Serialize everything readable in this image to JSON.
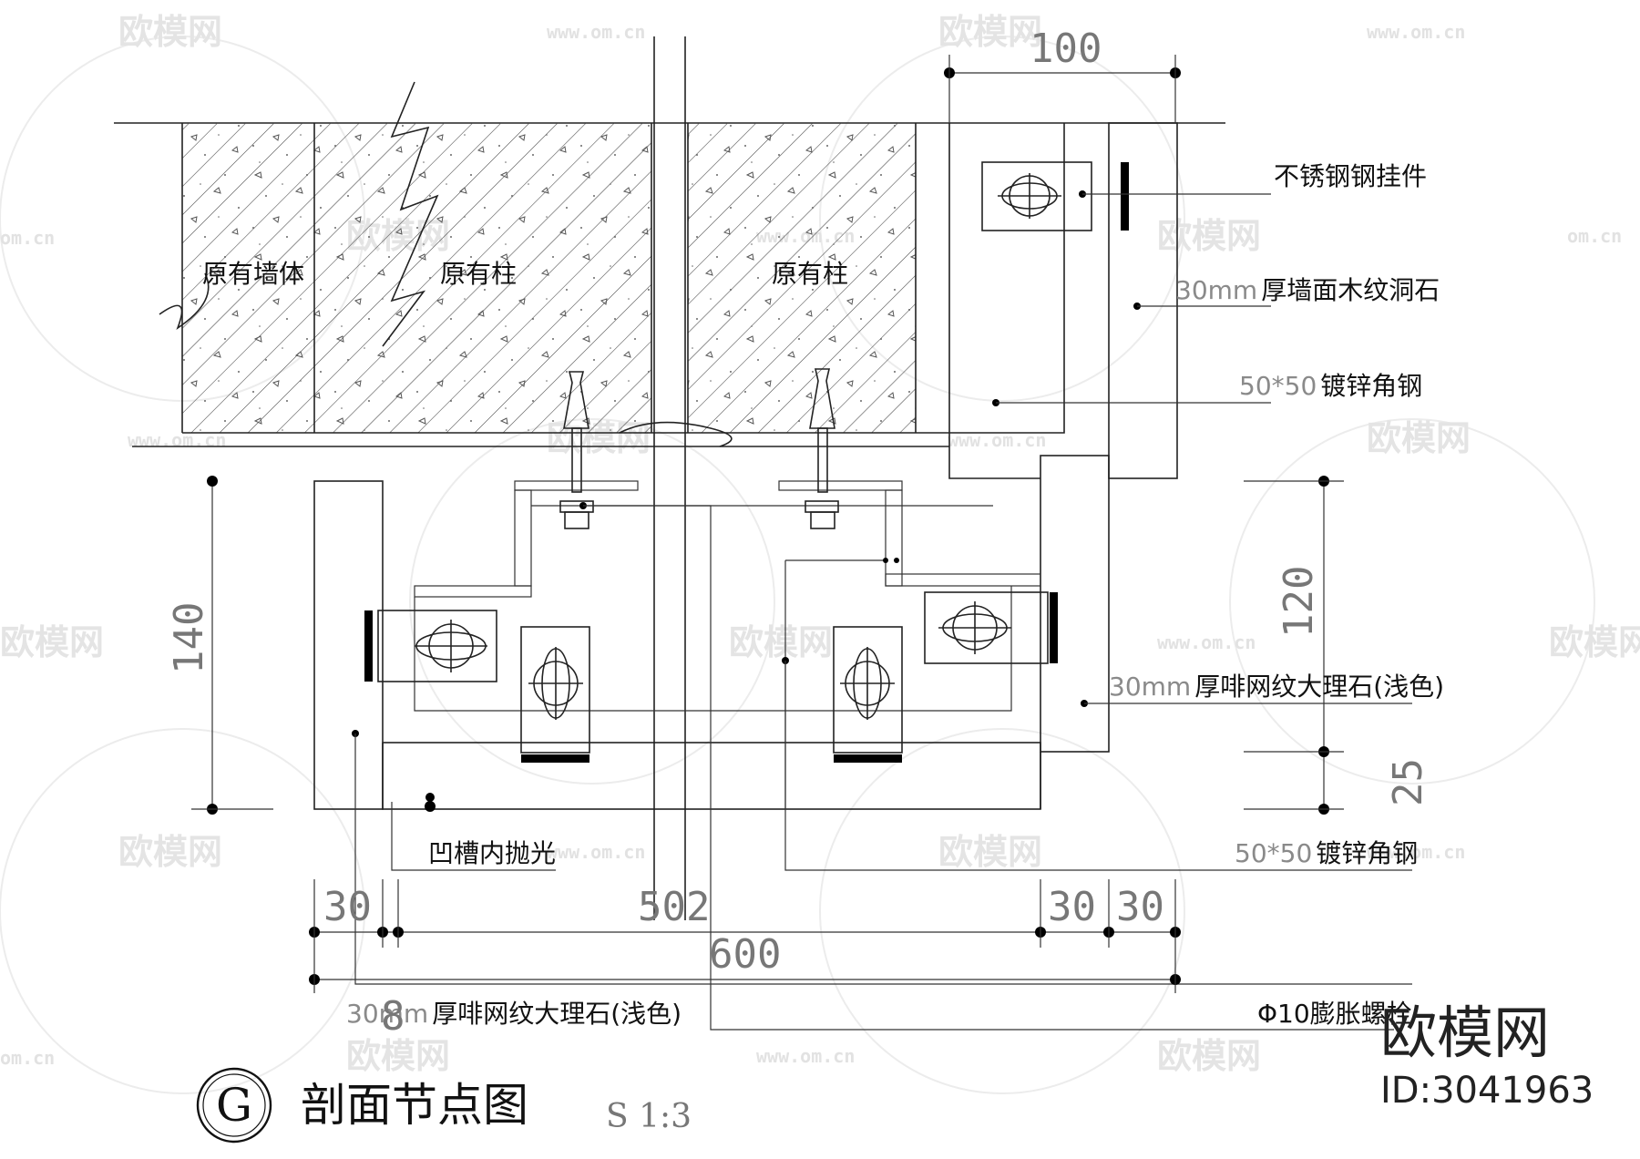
{
  "drawing": {
    "title": "剖面节点图",
    "scale": "S 1:3",
    "detail_marker": "G",
    "labels": {
      "existing_wall": "原有墙体",
      "existing_column_1": "原有柱",
      "existing_column_2": "原有柱",
      "stainless_hanger": "不锈钢钢挂件",
      "wall_stone_mm": "30mm",
      "wall_stone": "厚墙面木纹洞石",
      "angle_steel_top_mm": "50*50",
      "angle_steel_top": "镀锌角钢",
      "marble_right_mm": "30mm",
      "marble_right": "厚啡网纹大理石(浅色)",
      "groove": "凹槽内抛光",
      "angle_steel_bottom_mm": "50*50",
      "angle_steel_bottom": "镀锌角钢",
      "marble_bottom_mm": "30mm",
      "marble_bottom": "厚啡网纹大理石(浅色)",
      "bolt": "Φ10膨胀螺栓"
    },
    "dimensions": {
      "top_width": "100",
      "left_height": "140",
      "right_upper": "120",
      "right_lower": "25",
      "bottom_left": "30",
      "bottom_small": "8",
      "bottom_center": "502",
      "bottom_right_1": "30",
      "bottom_right_2": "30",
      "overall": "600"
    }
  },
  "watermark": {
    "brand": "欧模网",
    "url": "www.om.cn",
    "url_fragment": "om.cn"
  },
  "logo": {
    "brand": "欧模网",
    "id": "ID:3041963"
  }
}
